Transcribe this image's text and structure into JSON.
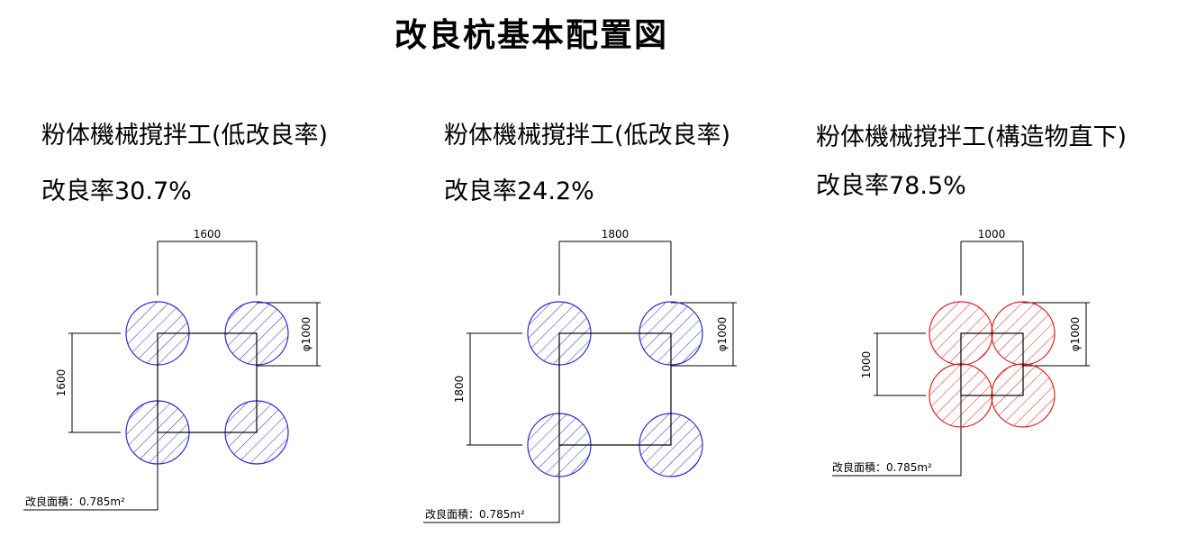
{
  "title": "改良杭基本配置図",
  "panels": [
    {
      "method": "粉体機械撹拌工(低改良率)",
      "rate": "改良率30.7%",
      "pitch_label": "1600",
      "diameter_label": "φ1000",
      "area_label": "改良面積：0.785m²",
      "pitch_mm": 1600,
      "diameter_mm": 1000,
      "color": "#2a2ad0"
    },
    {
      "method": "粉体機械撹拌工(低改良率)",
      "rate": "改良率24.2%",
      "pitch_label": "1800",
      "diameter_label": "φ1000",
      "area_label": "改良面積：0.785m²",
      "pitch_mm": 1800,
      "diameter_mm": 1000,
      "color": "#2a2ad0"
    },
    {
      "method": "粉体機械撹拌工(構造物直下)",
      "rate": "改良率78.5%",
      "pitch_label": "1000",
      "diameter_label": "φ1000",
      "area_label": "改良面積：0.785m²",
      "pitch_mm": 1000,
      "diameter_mm": 1000,
      "color": "#e02020"
    }
  ]
}
